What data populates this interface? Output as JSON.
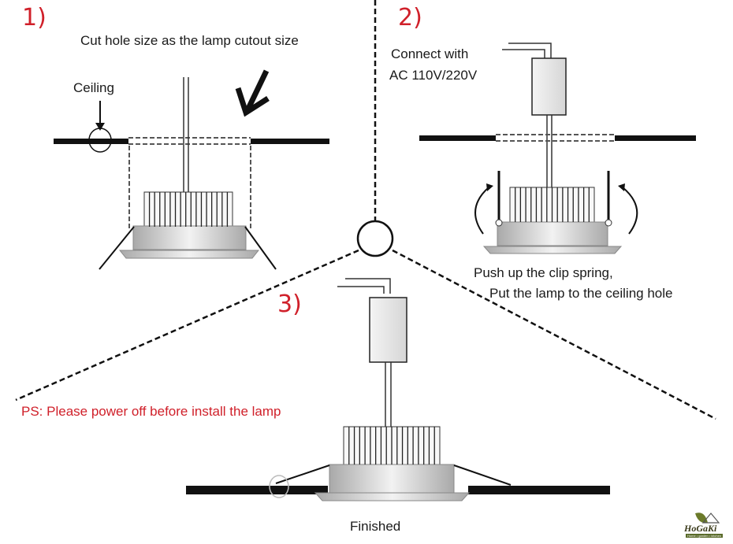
{
  "steps": [
    {
      "number": "1)",
      "caption": "Cut hole size as the lamp cutout size",
      "callout": "Ceiling"
    },
    {
      "number": "2)",
      "caption_line1": "Connect with",
      "caption_line2": "AC 110V/220V",
      "note_line1": "Push up the clip spring,",
      "note_line2": "Put the lamp to the ceiling hole"
    },
    {
      "number": "3)",
      "warning": "PS: Please power off before install the lamp",
      "caption": "Finished"
    }
  ],
  "colors": {
    "step_number": "#d0202a",
    "warning": "#d0202a",
    "line": "#111111",
    "lamp_body": "#c8c8c8"
  },
  "logo": {
    "name": "HoGaKi",
    "tagline": "Home • garden • kitchen"
  }
}
